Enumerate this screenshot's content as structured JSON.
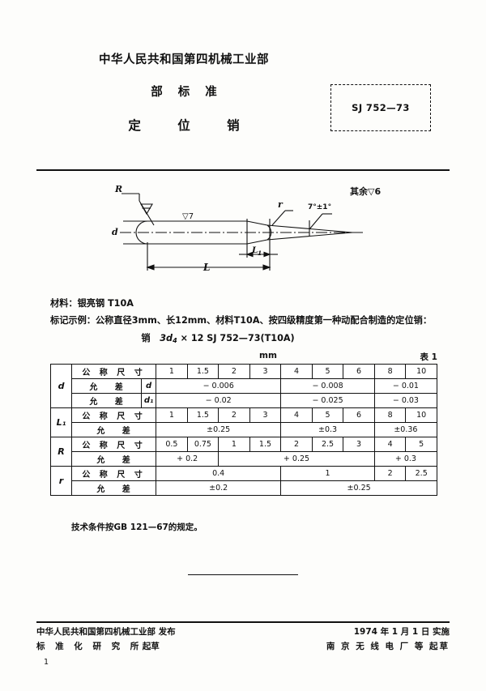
{
  "header": {
    "ministry": "中华人民共和国第四机械工业部",
    "doc_type": "部 标 准",
    "title": "定 位 销",
    "standard_code": "SJ 752—73"
  },
  "drawing": {
    "label_R": "R",
    "label_d": "d",
    "label_r": "r",
    "label_L": "L",
    "label_L1": "L₁",
    "angle": "7°±1°",
    "finish_top": "▽7",
    "finish_rest": "其余▽6"
  },
  "spec": {
    "material_label": "材料：",
    "material_value": "银亮钢 T10A",
    "marking_label": "标记示例：",
    "marking_text": "公称直径3mm、长12mm、材料T10A、按四级精度第一种动配合制造的定位销：",
    "marking_code_prefix": "销",
    "marking_code_main": "3d",
    "marking_code_sub": "4",
    "marking_code_rest": "× 12  SJ  752—73(T10A)"
  },
  "table": {
    "unit": "mm",
    "number": "表 1",
    "label_nominal": "公 称 尺 寸",
    "label_tolerance": "允 差",
    "groups": {
      "d": "d",
      "L1": "L₁",
      "R": "R",
      "r": "r"
    },
    "sub_labels": {
      "d": "d",
      "d1": "d₁"
    },
    "d_nominal": [
      "1",
      "1.5",
      "2",
      "3",
      "4",
      "5",
      "6",
      "8",
      "10"
    ],
    "d_tol_d": [
      {
        "value": "− 0.006",
        "span": 4
      },
      {
        "value": "− 0.008",
        "span": 3
      },
      {
        "value": "− 0.01",
        "span": 2
      }
    ],
    "d_tol_d1": [
      {
        "value": "− 0.02",
        "span": 4
      },
      {
        "value": "− 0.025",
        "span": 3
      },
      {
        "value": "− 0.03",
        "span": 2
      }
    ],
    "L1_nominal": [
      "1",
      "1.5",
      "2",
      "3",
      "4",
      "5",
      "6",
      "8",
      "10"
    ],
    "L1_tol": [
      {
        "value": "±0.25",
        "span": 4
      },
      {
        "value": "±0.3",
        "span": 3
      },
      {
        "value": "±0.36",
        "span": 2
      }
    ],
    "R_nominal": [
      "0.5",
      "0.75",
      "1",
      "1.5",
      "2",
      "2.5",
      "3",
      "4",
      "5"
    ],
    "R_tol": [
      {
        "value": "+ 0.2",
        "span": 2
      },
      {
        "value": "+ 0.25",
        "span": 5
      },
      {
        "value": "+ 0.3",
        "span": 2
      }
    ],
    "r_nominal": [
      {
        "value": "0.4",
        "span": 4
      },
      {
        "value": "1",
        "span": 3
      },
      {
        "value": "2",
        "span": 1
      },
      {
        "value": "2.5",
        "span": 1
      }
    ],
    "r_tol": [
      {
        "value": "±0.2",
        "span": 4
      },
      {
        "value": "±0.25",
        "span": 5
      }
    ]
  },
  "tech_note": "技术条件按GB  121—67的规定。",
  "footer": {
    "issuer_line1": "中华人民共和国第四机械工业部   发布",
    "issuer_line2_spaced": "标  准  化  研  究  所",
    "issuer_line2_tail": "起草",
    "date_line": "1974 年 1 月 1 日   实施",
    "drafter_line": "南 京 无 线 电 厂 等   起草",
    "page_number": "1"
  }
}
